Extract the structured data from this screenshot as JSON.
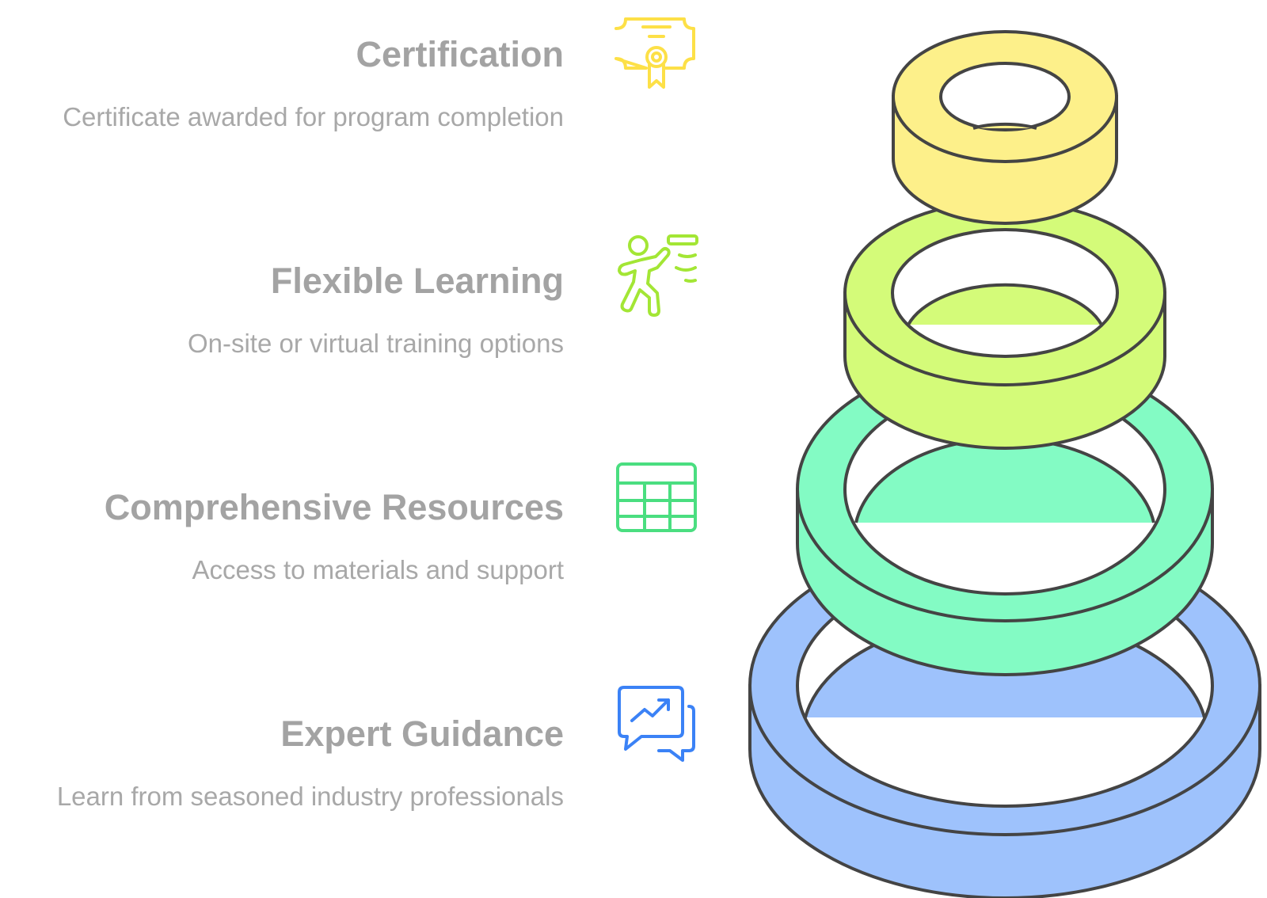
{
  "steps": [
    {
      "title": "Certification",
      "description": "Certificate awarded for program completion",
      "color": "#fde047",
      "icon": "certificate-icon"
    },
    {
      "title": "Flexible Learning",
      "description": "On-site or virtual training options",
      "color": "#a3e635",
      "icon": "person-running-icon"
    },
    {
      "title": "Comprehensive Resources",
      "description": "Access to materials and support",
      "color": "#4ade80",
      "icon": "table-grid-icon"
    },
    {
      "title": "Expert Guidance",
      "description": "Learn from seasoned industry professionals",
      "color": "#3b82f6",
      "icon": "chat-trend-icon"
    }
  ],
  "ring_colors": [
    "#fdf08a",
    "#d4fb79",
    "#83fbc4",
    "#9ec2fc"
  ],
  "outline_color": "#444444"
}
